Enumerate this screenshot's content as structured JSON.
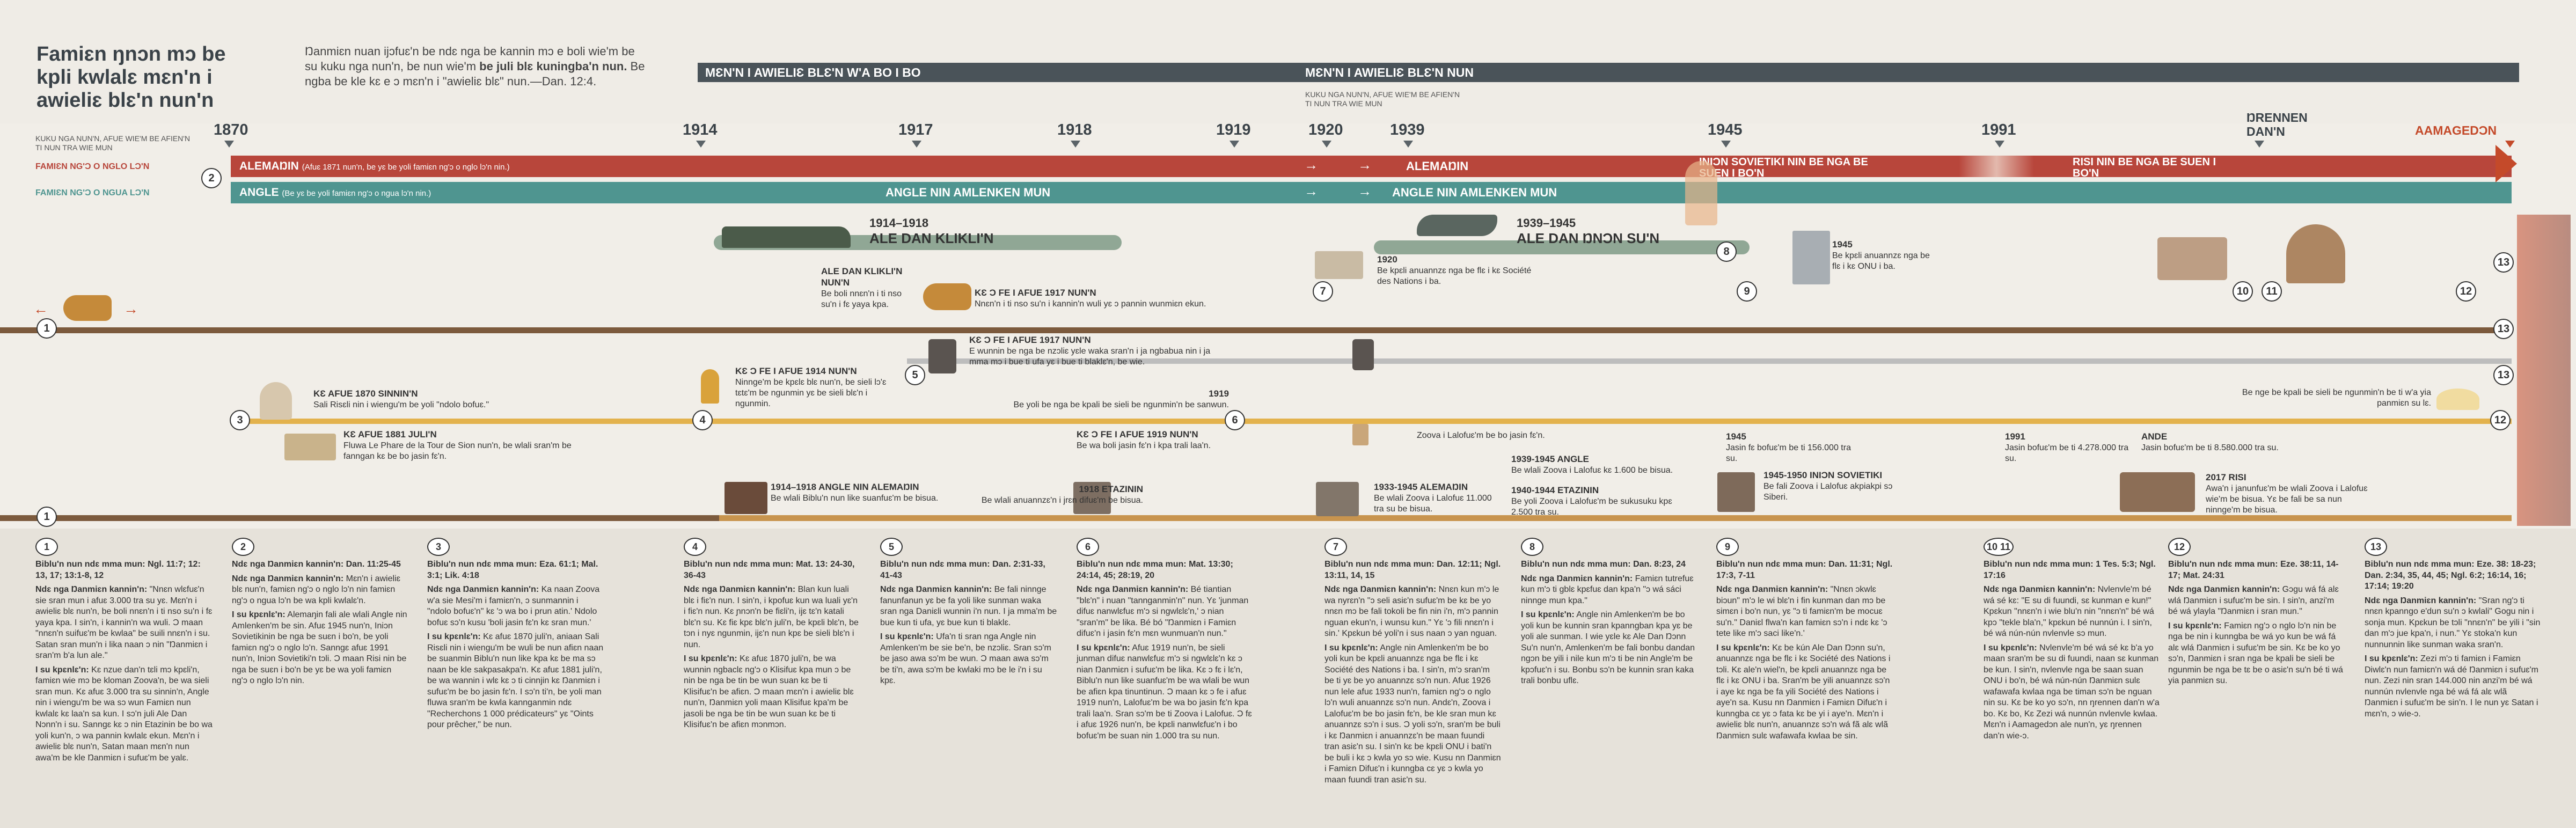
{
  "header": {
    "title": "Famiɛn ŋnɔn mɔ be kpli kwlalɛ mɛn'n i awieliɛ blɛ'n nun'n",
    "intro_plain": "Ŋanmiɛn nuan ijɔfuɛ'n be ndɛ nga be kannin mɔ e boli wie'm be su kuku nga nun'n, be nun wie'm ",
    "intro_bold": "be juli blɛ kuningba'n nun.",
    "intro_end": " Be ngba be kle kɛ e ɔ mɛn'n i \"awieliɛ blɛ\" nun.—Dan. 12:4.",
    "band1": "MƐN'N I AWIELIƐ BLƐ'N W'A BO I BO",
    "band2": "MƐN'N I AWIELIƐ BLƐ'N NUN",
    "sub_left": "KUKU NGA NUN'N, AFUE WIE'M BE AFIEN'N TI NUN TRA WIE MUN",
    "sub_mid": "KUKU NGA NUN'N, AFUE WIE'M BE AFIEN'N TI NUN TRA WIE MUN",
    "side_north": "FAMIƐN NG'Ɔ O NGLO LƆ'N",
    "side_south": "FAMIƐN NG'Ɔ O NGUA LƆ'N",
    "years": [
      "1870",
      "1914",
      "1917",
      "1918",
      "1919",
      "1920",
      "1939",
      "1945",
      "1991",
      "ŊRENNEN DAN'N",
      "AAMAGEDƆN"
    ]
  },
  "lanes": {
    "north_1": "ALEMAŊIN",
    "north_1_note": "(Afuɛ 1871 nun'n, be yɛ be yoli famiɛn ng'ɔ o nglo lɔ'n nin.)",
    "north_2": "ALEMAŊIN",
    "north_3": "INIƆN SOVIETIKI NIN BE NGA BE SUEN I BO'N",
    "north_4": "RISI NIN BE NGA BE SUEN I BO'N",
    "south_1": "ANGLE",
    "south_1_note": "(Be yɛ be yoli famiɛn ng'ɔ o ngua lɔ'n nin.)",
    "south_2": "ANGLE NIN AMLENKEN MUN",
    "south_3": "ANGLE NIN AMLENKEN MUN"
  },
  "events": {
    "ww1": [
      "1914–1918",
      "ALE DAN KLIKLI'N"
    ],
    "ww2": [
      "1939–1945",
      "ALE DAN ŊNƆN SU'N"
    ],
    "e_ale": {
      "title": "ALE DAN KLIKLI'N NUN'N",
      "text": "Be boli nnɛn'n i ti nso su'n i fɛ yaya kpa."
    },
    "e_1917": {
      "title": "KƐ Ɔ FE I AFUE 1917 NUN'N",
      "text": "Nnɛn'n i ti nso su'n i kannin'n wuli yɛ ɔ pannin wunmiɛn ekun."
    },
    "e_1917b": {
      "title": "KƐ Ɔ FE I AFUE 1917 NUN'N",
      "text": "E wunnin be nga be nzɔliɛ yɛle waka sran'n i ja ngbabua nin i ja mma mɔ i bue ti ufa yɛ i bue ti blaklɛ'n, be wie."
    },
    "e_1870": {
      "title": "KƐ AFUE 1870 SINNIN'N",
      "text": "Sali Risɛli nin i wiengu'm be yoli \"ndolo bofuɛ.\""
    },
    "e_1914": {
      "title": "KƐ Ɔ FE I AFUE 1914 NUN'N",
      "text": "Ninnge'm be kpɛlɛ blɛ nun'n, be sieli lɔ'ɛ tɛtɛ'm be ngunmin yɛ be sieli blɛ'n i ngunmin."
    },
    "e_1919a": {
      "title": "1919",
      "text": "Be yoli be nga be kpali be sieli be ngunmin'n be sanwun."
    },
    "e_1881": {
      "title": "KƐ AFUE 1881 JULI'N",
      "text": "Fluwa Le Phare de la Tour de Sion nun'n, be wlali sran'm be fanngan kɛ be bo jasin fɛ'n."
    },
    "e_1919b": {
      "title": "KƐ Ɔ FE I AFUE 1919 NUN'N",
      "text": "Be wa boli jasin fɛ'n i kpa trali laa'n."
    },
    "e_1920": {
      "title": "1920",
      "text": "Be kpɛli anuannzɛ nga be flɛ i kɛ Société des Nations i ba."
    },
    "e_1945": {
      "title": "1945",
      "text": "Be kpɛli anuannzɛ nga be flɛ i kɛ ONU i ba."
    },
    "e_zoova": "Zoova i Lalofuɛ'm be bo jasin fɛ'n.",
    "e_1939a": {
      "title": "1939-1945 ANGLE",
      "text": "Be wlali Zoova i Lalofuɛ kɛ 1.600 be bisua."
    },
    "e_1940": {
      "title": "1940-1944 ETAZININ",
      "text": "Be yoli Zoova i Lalofuɛ'm be sukusuku kpɛ 2.500 tra su."
    },
    "e_1933": {
      "title": "1933-1945 ALEMAŊIN",
      "text": "Be wlali Zoova i Lalofuɛ 11.000 tra su be bisua."
    },
    "e_1914b": {
      "title": "1914–1918 ANGLE NIN ALEMAŊIN",
      "text": "Be wlali Biblu'n nun like suanfuɛ'm be bisua."
    },
    "e_1918": {
      "title": "1918 ETAZININ",
      "text": "Be wlali anuannzɛ'n i jrɛn difuɛ'm be bisua."
    },
    "e_1945b": {
      "title": "1945-1950 INIƆN SOVIETIKI",
      "text": "Be fali Zoova i Lalofuɛ akpiakpi sɔ Siberi."
    },
    "e_j1945": {
      "title": "1945",
      "text": "Jasin fɛ bofuɛ'm be ti 156.000 tra su."
    },
    "e_j1991": {
      "title": "1991",
      "text": "Jasin bofuɛ'm be ti 4.278.000 tra su."
    },
    "e_ande": {
      "title": "ANDE",
      "text": "Jasin bofuɛ'm be ti 8.580.000 tra su."
    },
    "e_2017": {
      "title": "2017 RISI",
      "text": "Awa'n i janunfuɛ'm be wlali Zoova i Lalofuɛ wie'm be bisua. Yɛ be fali be sa nun ninnge'm be bisua."
    },
    "e_end": "Be nge be kpali be sieli be ngunmin'n be ti w'a yia panmiɛn su lɛ."
  },
  "notes": [
    {
      "n": "1",
      "refs": "Biblu'n nun ndɛ mma mun: Ngl. 11:7; 12: 13, 17; 13:1-8, 12",
      "p1h": "Ndɛ nga Ŋanmiɛn kannin'n:",
      "p1": " \"Nnɛn wlɛfuɛ'n sie sran mun i afuɛ 3.000 tra su yɛ. Mɛn'n i awieliɛ blɛ nun'n, be boli nnɛn'n i ti nso su'n i fɛ yaya kpa. I sin'n, i kannin'n wa wuli. Ɔ maan \"nnɛn'n suifuɛ'm be kwlaa\" be suili nnɛn'n i su. Satan sran mun'n i lika naan ɔ nin \"Ŋanmiɛn i sran'm b'a lun ale.\"",
      "p2h": "I su kpɛnlɛ'n:",
      "p2": " Kɛ nzue dan'n tɛli mɔ kpɛli'n, famiɛn wie mɔ be kloman Zoova'n, be wa sieli sran mun. Kɛ afuɛ 3.000 tra su sinnin'n, Angle nin i wiengu'm be wa sɔ wun Famiɛn nun kwlalɛ kɛ laa'n sa kun. I sɔ'n juli Ale Dan Nɔnn'n i su. Sanngɛ kɛ ɔ nin Etazinin be bo wa yoli kun'n, ɔ wa pannin kwlalɛ ekun. Mɛn'n i awieliɛ blɛ nun'n, Satan maan mɛn'n nun awa'm be kle Ŋanmiɛn i sufuɛ'm be yalɛ."
    },
    {
      "n": "2",
      "refs": "Ndɛ nga Ŋanmiɛn kannin'n: Dan. 11:25-45",
      "p1h": "Ndɛ nga Ŋanmiɛn kannin'n:",
      "p1": " Mɛn'n i awieliɛ blɛ nun'n, famiɛn ng'ɔ o nglo lɔ'n nin famiɛn ng'ɔ o ngua lɔ'n be wa kpli kwlalɛ'n.",
      "p2h": "I su kpɛnlɛ'n:",
      "p2": " Alemaŋin fali ale wlali Angle nin Amlenken'm be sin. Afuɛ 1945 nun'n, Iniɔn Sovietikinin be nga be suɛn i bo'n, be yoli famiɛn ng'ɔ o nglo lɔ'n. Sanngɛ afuɛ 1991 nun'n, Iniɔn Sovietiki'n tɔli. Ɔ maan Risi nin be nga be suɛn i bo'n be yɛ be wa yoli famiɛn ng'ɔ o nglo lɔ'n nin."
    },
    {
      "n": "3",
      "refs": "Biblu'n nun ndɛ mma mun: Eza. 61:1; Mal. 3:1; Lik. 4:18",
      "p1h": "Ndɛ nga Ŋanmiɛn kannin'n:",
      "p1": " Ka naan Zoova w'a sie Mesi'm i famiɛn'n, ɔ sunmannin i \"ndolo bofuɛ'n\" kɛ 'ɔ wa bo i prun atin.' Ndolo bofuɛ sɔ'n kusu 'boli jasin fɛ'n kɛ sran mun.'",
      "p2h": "I su kpɛnlɛ'n:",
      "p2": " Kɛ afuɛ 1870 juli'n, aniaan Sali Risɛli nin i wiengu'm be wuli be nun afiɛn naan be suanmin Biblu'n nun like kpa kɛ be ma sɔ naan be kle sakpasakpa'n. Kɛ afuɛ 1881 juli'n, be wa wannin i wlɛ kɛ ɔ ti cinnjin kɛ Ŋanmiɛn i sufuɛ'm be bo jasin fɛ'n. I sɔ'n ti'n, be yoli man fluwa sran'm be kwla kannganmin ndɛ \"Recherchons 1 000 prédicateurs\" yɛ \"Oints pour prêcher,\" be nun."
    },
    {
      "n": "4",
      "refs": "Biblu'n nun ndɛ mma mun: Mat. 13: 24-30, 36-43",
      "p1h": "Ndɛ nga Ŋanmiɛn kannin'n:",
      "p1": " Blan kun luali blɛ i fiɛ'n nun. I sin'n, i kpofuɛ kun wa luali yɛ'n i fiɛ'n nun. Kɛ ɲnɔn'n be fiɛli'n, ijɛ tɛ'n katali blɛ'n su. Kɛ fiɛ kpɛ blɛ'n juli'n, be kpɛli blɛ'n, be tɔn i nyɛ ngunmin, ijɛ'n nun kpɛ be sieli blɛ'n i nun.",
      "p2h": "I su kpɛnlɛ'n:",
      "p2": " Kɛ afuɛ 1870 juli'n, be wa wunnin ngbaclɛ ng'ɔ o Klisifuɛ kpa mun ɔ be nin be nga be tin be wun suan kɛ be ti Klisifuɛ'n be afiɛn. Ɔ maan mɛn'n i awieliɛ blɛ nun'n, Ŋanmiɛn yoli maan Klisifuɛ kpa'm be jasoli be nga be tin be wun suan kɛ be ti Klisifuɛ'n be afiɛn mɔnmɔn."
    },
    {
      "n": "5",
      "refs": "Biblu'n nun ndɛ mma mun: Dan. 2:31-33, 41-43",
      "p1h": "Ndɛ nga Ŋanmiɛn kannin'n:",
      "p1": " Be fali ninnge fanunfanun yɛ be fa yoli like sunman waka sran nga Daniɛli wunnin i'n nun. I ja mma'm be bue kun ti ufa, yɛ bue kun ti blaklɛ.",
      "p2h": "I su kpɛnlɛ'n:",
      "p2": " Ufa'n ti sran nga Angle nin Amlenken'm be sie be'n, be nzɔliɛ. Sran sɔ'm be jaso awa sɔ'm be wun. Ɔ maan awa sɔ'm be ti'n, awa sɔ'm be kwlaki mɔ be le i'n i su kpɛ."
    },
    {
      "n": "6",
      "refs": "Biblu'n nun ndɛ mma mun: Mat. 13:30; 24:14, 45; 28:19, 20",
      "p1h": "Ndɛ nga Ŋanmiɛn kannin'n:",
      "p1": " Bé tiantian \"blɛ'n\" i nuan \"tannganmin'n\" nun. Yɛ 'junman difuɛ nanwlɛfuɛ m'ɔ si ngwlɛlɛ'n,' ɔ nian \"sran'm\" be lika. Bé bó \"Ŋanmiɛn i Famiɛn difuɛ'n i jasin fɛ'n mɛn wunmuan'n nun.\"",
      "p2h": "I su kpɛnlɛ'n:",
      "p2": " Afuɛ 1919 nun'n, be sieli junman difuɛ nanwlɛfuɛ m'ɔ si ngwlɛlɛ'n kɛ ɔ nian Ŋanmiɛn i sufuɛ'm be lika. Kɛ ɔ fɛ i lɛ'n, Biblu'n nun like suanfuɛ'm be wa wlali be wun be afiɛn kpa tinuntinun. Ɔ maan kɛ ɔ fe i afuɛ 1919 nun'n, Lalofuɛ'm be wa bo jasin fɛ'n kpa trali laa'n. Sran sɔ'm be ti Zoova i Lalofuɛ. Ɔ fɛ i afuɛ 1926 nun'n, be kpɛli nanwlɛfuɛ'n i bo bofuɛ'm be suan nin 1.000 tra su nun."
    },
    {
      "n": "7",
      "refs": "Biblu'n nun ndɛ mma mun: Dan. 12:11; Ngl. 13:11, 14, 15",
      "p1h": "Ndɛ nga Ŋanmiɛn kannin'n:",
      "p1": " Nnɛn kun m'ɔ le wa nyrɛn'n \"ɔ seli asiɛ'n sufuɛ'm be kɛ be yo nnɛn mɔ be fali tokoli be fin nin i'n, m'ɔ pannin nguan ekun'n, i wunsu kun.\" Yɛ 'ɔ fili nnɛn'n i sin.' Kpɛkun bé yoli'n i sus naan ɔ yan nguan.",
      "p2h": "I su kpɛnlɛ'n:",
      "p2": " Angle nin Amlenken'm be bo yoli kun be kpɛli anuannzɛ nga be flɛ i kɛ Société des Nations i ba. I sin'n, m'ɔ sran'm be ti yɛ be yo anuannzɛ sɔ'n nun. Afuɛ 1926 nun lele afuɛ 1933 nun'n, famiɛn ng'ɔ o nglo lɔ'n wuli anuannzɛ sɔ'n nun. Andɛ'n, Zoova i Lalofuɛ'm be bo jasin fɛ'n, be kle sran mun kɛ anuannzɛ sɔ'n i sus. Ɔ yoli sɔ'n, sran'm be buli i kɛ Ŋanmiɛn i anuannzɛ'n be maan fuundi tran asiɛ'n su. I sin'n kɛ be kpɛli ONU i bati'n be buli i kɛ ɔ kwla yo sɔ wie. Kusu nn Ŋanmiɛn i Famiɛn Difuɛ'n i kunngba cɛ yɛ ɔ kwla yo maan fuundi tran asiɛ'n su."
    },
    {
      "n": "8",
      "refs": "Biblu'n nun ndɛ mma mun: Dan. 8:23, 24",
      "p1h": "Ndɛ nga Ŋanmiɛn kannin'n:",
      "p1": " Famiɛn tutrefuɛ kun m'ɔ ti gblɛ kpɛfuɛ dan kpa'n \"ɔ wá sáci ninnge mun kpa.\"",
      "p2h": "I su kpɛnlɛ'n:",
      "p2": " Angle nin Amlenken'm be bo yoli kun be kunnin sran kpanngban kpa yɛ be yoli ale sunman. I wie yɛle kɛ Ale Dan Ŋɔnn Su'n nun'n, Amlenken'm be fali bonbu dandan ngɔn be yili i nile kun m'ɔ ti be nin Angle'm be kpɔfuɛ'n i su. Bonbu sɔ'n be kunnin sran kaka trali bonbu uflɛ."
    },
    {
      "n": "9",
      "refs": "Biblu'n nun ndɛ mma mun: Dan. 11:31; Ngl. 17:3, 7-11",
      "p1h": "Ndɛ nga Ŋanmiɛn kannin'n:",
      "p1": " \"Nnɛn ɔkwlɛ biɔun\" m'ɔ le wi blɛ'n i fin kunman dan mɔ be simɛn i bo'n nun, yɛ \"ɔ ti famiɛn'm be mocuɛ su'n.\" Daniɛl flwa'n kan famiɛn sɔ'n i ndɛ kɛ 'ɔ tete like m'ɔ saci like'n.'",
      "p2h": "I su kpɛnlɛ'n:",
      "p2": " Kɛ be kún Ale Dan Ŋɔnn su'n, anuannzɛ nga be flɛ i kɛ Société des Nations i tɔli. Kɛ ale'n wiel'n, be kpɛli anuannzɛ nga be flɛ i kɛ ONU i ba. Sran'm be yili anuannzɛ sɔ'n i aye kɛ nga be fa yili Société des Nations i aye'n sa. Kusu nn Ŋanmiɛn i Famiɛn Difuɛ'n i kunngba cɛ yɛ ɔ fata kɛ be yi i aye'n. Mɛn'n i awieliɛ blɛ nun'n, anuannzɛ sɔ'n wá fã alɛ wlã Ŋanmiɛn sulɛ wafawafa kwlaa be sin."
    },
    {
      "n": "10 11",
      "refs": "Biblu'n nun ndɛ mma mun: 1 Tes. 5:3; Ngl. 17:16",
      "p1h": "Ndɛ nga Ŋanmiɛn kannin'n:",
      "p1": " Nvlenvle'm bé wá sé kɛ: \"E su di fuundi, sɛ kunman e kun!\" Kpɛkun \"nnɛn'n i wie blu'n nin \"nnɛn'n\" bé wá kpɔ \"tekle bla'n,\" kpɛkun bé nunnún i. I sin'n, bé wá nún-nún nvlenvle sɔ mun.",
      "p2h": "I su kpɛnlɛ'n:",
      "p2": " Nvlenvle'm bé wá sé kɛ b'a yo maan sran'm be su di fuundi, naan sɛ kunman be kun. I sin'n, nvlenvle nga be saan suan ONU i bo'n, bé wá nún-nún Ŋanmiɛn sulɛ wafawafa kwlaa nga be timan sɔ'n be nguan nin su. Kɛ be ko yo sɔ'n, nn ŋrennen dan'n w'a bo. Kɛ bo, Kɛ Zezi wá nunnún nvlenvle kwlaa. Mɛn'n i Aamagedɔn ale nun'n, yɛ ŋrennen dan'n wie-ɔ."
    },
    {
      "n": "12",
      "refs": "Biblu'n nun ndɛ mma mun: Eze. 38:11, 14-17; Mat. 24:31",
      "p1h": "Ndɛ nga Ŋanmiɛn kannin'n:",
      "p1": " Gɔgu wá fá alɛ wlá Ŋanmiɛn i sufuɛ'm be sin. I sin'n, anzi'm bé wá ylayla \"Ŋanmiɛn i sran mun.\"",
      "p2h": "I su kpɛnlɛ'n:",
      "p2": " Famiɛn ng'ɔ o nglo lɔ'n nin be nga be nin i kunngba be wá yo kun be wá fá alɛ wlá Ŋanmiɛn i sufuɛ'm be sin. Kɛ be ko yo sɔ'n, Ŋanmiɛn i sran nga be kpali be sieli be ngunmin be nga be tɛ be o asiɛ'n su'n bé ti wá yia panmiɛn su."
    },
    {
      "n": "13",
      "refs": "Biblu'n nun ndɛ mma mun: Eze. 38: 18-23; Dan. 2:34, 35, 44, 45; Ngl. 6:2; 16:14, 16; 17:14; 19:20",
      "p1h": "Ndɛ nga Ŋanmiɛn kannin'n:",
      "p1": " \"Sran ng'ɔ ti nnɛn kpanngo e'dun su'n ɔ kwlali\" Gogu nin i sonja mun. Kpɛkun be tɔli \"nnɛn'n\" be yili i \"sin dan m'ɔ jue kpa'n, i nun.\" Yɛ stoka'n kun nunnunnin like sunman waka sran'n.",
      "p2h": "I su kpɛnlɛ'n:",
      "p2": " Zezi m'ɔ ti famiɛn i Famiɛn Diwlɛ'n nun famiɛn'n wá dé Ŋanmiɛn i sufuɛ'm nun. Zezi nin sran 144.000 nin anzi'm bé wá nunnún nvlenvle nga bé wá fá alɛ wlã Ŋanmiɛn i sufuɛ'm be sin'n. I le nun yɛ Satan i mɛn'n, ɔ wie-ɔ."
    }
  ],
  "colors": {
    "north": "#b8463b",
    "south": "#4f9590",
    "band": "#4a5359",
    "rail_brown": "#7c5a3d",
    "rail_gold": "#e3b24d",
    "accent": "#c44a2a"
  }
}
